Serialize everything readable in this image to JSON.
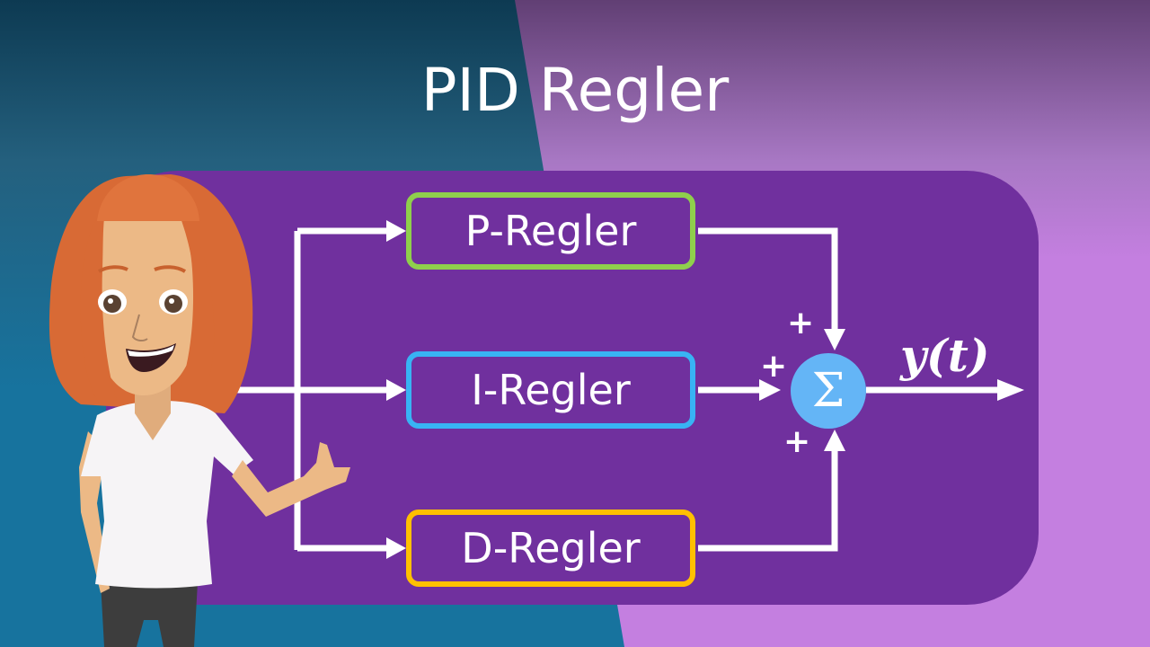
{
  "title": "PID Regler",
  "colors": {
    "bg_left_top": "#0d3a52",
    "bg_left_bottom": "#17739e",
    "bg_right_top": "#613f74",
    "bg_right_bottom": "#c47fe0",
    "panel": "#70309e",
    "p_block": "#8fcf4c",
    "i_block": "#38b3f4",
    "d_block": "#ffc000",
    "sum_node": "#64b5f6",
    "wires": "#ffffff"
  },
  "diagram": {
    "input_label_visible": ")",
    "blocks": [
      {
        "id": "p",
        "label": "P-Regler"
      },
      {
        "id": "i",
        "label": "I-Regler"
      },
      {
        "id": "d",
        "label": "D-Regler"
      }
    ],
    "sum_symbol": "Σ",
    "signs": {
      "top": "+",
      "left": "+",
      "bottom": "+"
    },
    "output_label": "y(t)"
  },
  "character": {
    "name": "presenter",
    "pose": "thumbs-up"
  }
}
